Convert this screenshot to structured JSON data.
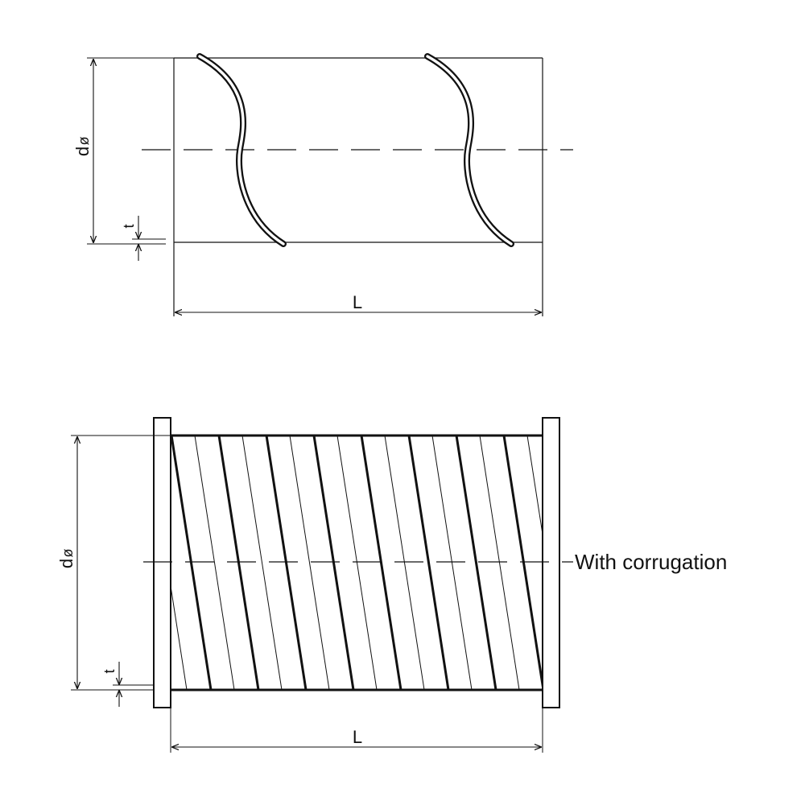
{
  "colors": {
    "line": "#111111",
    "background": "#ffffff"
  },
  "top_view": {
    "diameter_label": "d",
    "diameter_symbol": "ø",
    "thickness_label": "t",
    "length_label": "L"
  },
  "bottom_view": {
    "diameter_label": "d",
    "diameter_symbol": "ø",
    "thickness_label": "t",
    "length_label": "L",
    "note": "With corrugation"
  }
}
